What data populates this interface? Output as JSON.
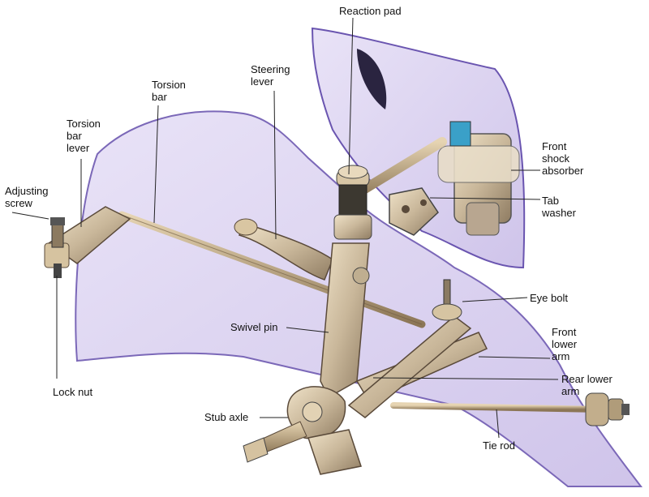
{
  "diagram": {
    "labels": {
      "reaction_pad": "Reaction pad",
      "steering_lever": "Steering\nlever",
      "torsion_bar": "Torsion\nbar",
      "torsion_bar_lever": "Torsion\nbar\nlever",
      "adjusting_screw": "Adjusting\nscrew",
      "front_shock_absorber": "Front\nshock\nabsorber",
      "tab_washer": "Tab\nwasher",
      "eye_bolt": "Eye bolt",
      "swivel_pin": "Swivel pin",
      "front_lower_arm": "Front\nlower\narm",
      "rear_lower_arm": "Rear lower\narm",
      "lock_nut": "Lock nut",
      "stub_axle": "Stub axle",
      "tie_rod": "Tie rod"
    },
    "colors": {
      "body_panel": "#dcd3f0",
      "body_edge": "#6a55b0",
      "metal": "#c9b79a",
      "metal_dark": "#7a6a55",
      "leader": "#222222"
    }
  }
}
